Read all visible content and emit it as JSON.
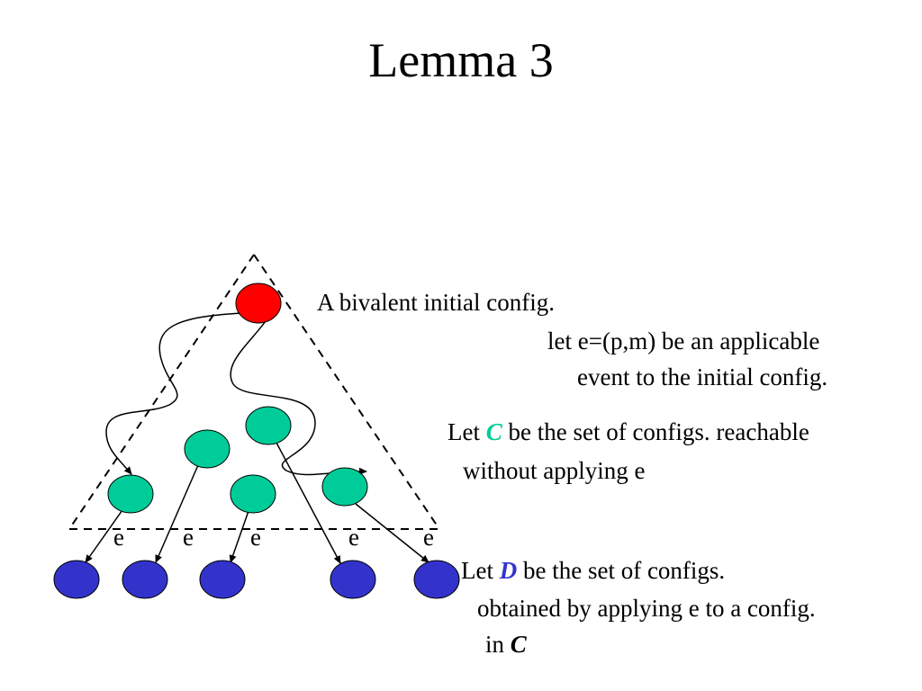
{
  "title": "Lemma 3",
  "annotations": {
    "bivalent": "A bivalent initial config.",
    "event_line1": "let e=(p,m) be an applicable",
    "event_line2": "event to the initial config.",
    "c_prefix": "Let",
    "c_symbol": "C",
    "c_rest": "be the set of configs. reachable",
    "c_line2": "without applying e",
    "d_prefix": "Let",
    "d_symbol": "D",
    "d_rest": "be the set of configs.",
    "d_line2": "obtained by applying e to a config.",
    "d_line3_prefix": "in",
    "d_line3_symbol": "C"
  },
  "edge_label": "e",
  "colors": {
    "initial_node": "#ff0000",
    "c_nodes": "#00cc99",
    "d_nodes": "#3333cc",
    "c_symbol": "#00cc99",
    "d_symbol": "#3333cc"
  }
}
